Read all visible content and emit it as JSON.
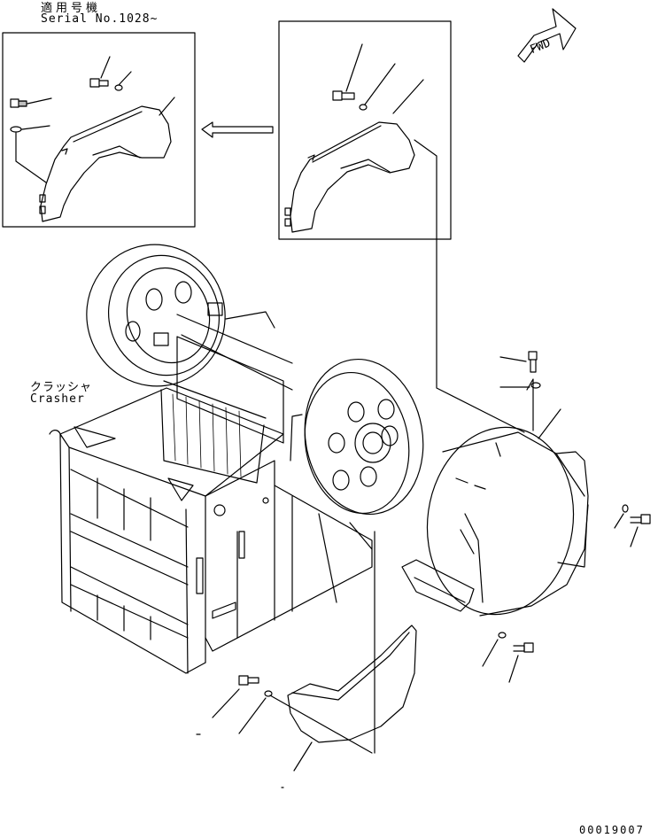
{
  "applicability": {
    "jp": "適用号機",
    "en": "Serial No.1028~"
  },
  "fwd_label": "FWD",
  "crasher": {
    "jp": "クラッシャ",
    "en": "Crasher"
  },
  "drawing_number": "00019007",
  "colors": {
    "line": "#000000",
    "background": "#ffffff"
  }
}
